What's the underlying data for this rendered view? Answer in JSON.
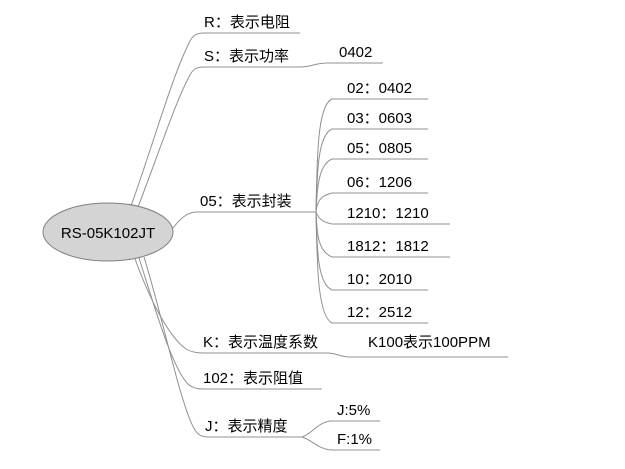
{
  "diagram": {
    "type": "mindmap",
    "root": {
      "label": "RS-05K102JT"
    },
    "branches": [
      {
        "label": "R：表示电阻",
        "children": []
      },
      {
        "label": "S：表示功率",
        "children": [
          {
            "label": "0402"
          }
        ]
      },
      {
        "label": "05：表示封装",
        "children": [
          {
            "label": "02：0402"
          },
          {
            "label": "03：0603"
          },
          {
            "label": "05：0805"
          },
          {
            "label": "06：1206"
          },
          {
            "label": "1210：1210"
          },
          {
            "label": "1812：1812"
          },
          {
            "label": "10：2010"
          },
          {
            "label": "12：2512"
          }
        ]
      },
      {
        "label": "K：表示温度系数",
        "children": [
          {
            "label": "K100表示100PPM"
          }
        ]
      },
      {
        "label": "102：表示阻值",
        "children": []
      },
      {
        "label": "J：表示精度",
        "children": [
          {
            "label": "J:5%"
          },
          {
            "label": "F:1%"
          }
        ]
      }
    ],
    "colors": {
      "background": "#ffffff",
      "root_fill": "#d4d4d4",
      "root_stroke": "#7f7f7f",
      "connector": "#909090",
      "text": "#000000"
    }
  }
}
